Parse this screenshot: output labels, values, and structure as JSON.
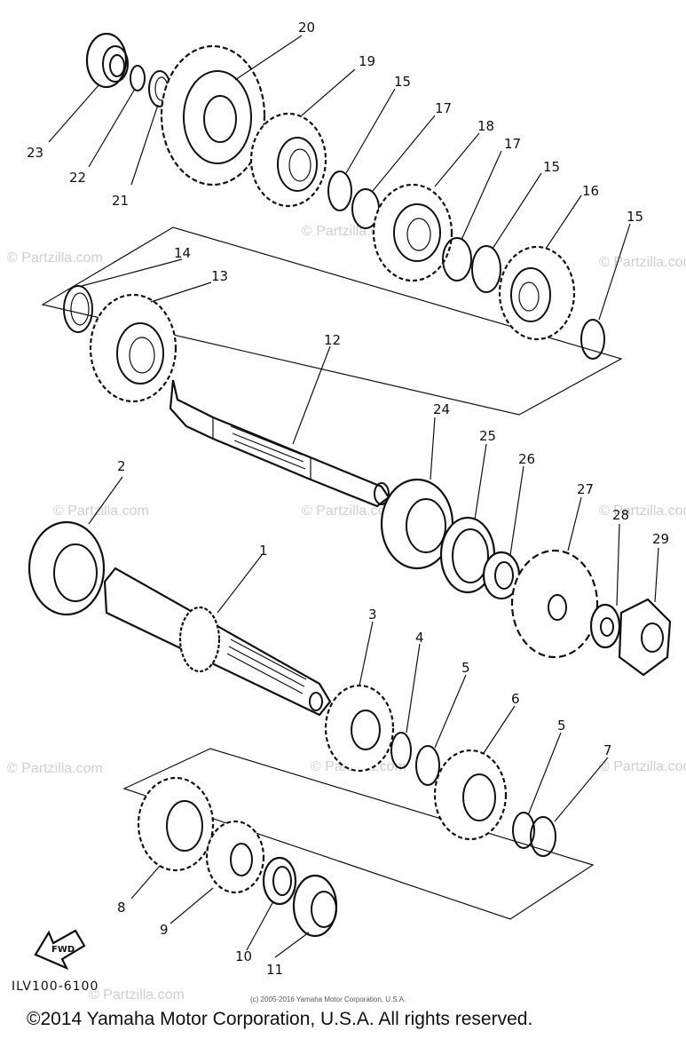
{
  "diagram": {
    "part_labels": [
      "1",
      "2",
      "3",
      "4",
      "5",
      "5",
      "6",
      "7",
      "8",
      "9",
      "10",
      "11",
      "12",
      "13",
      "14",
      "15",
      "15",
      "15",
      "16",
      "17",
      "17",
      "18",
      "19",
      "20",
      "21",
      "22",
      "23",
      "24",
      "25",
      "26",
      "27",
      "28",
      "29"
    ],
    "diagram_code": "ILV100-6100",
    "fwd_label": "FWD",
    "watermark": "© Partzilla.com",
    "source_line": "(c) 2005-2016 Yamaha Motor Corporation, U.S.A.",
    "copyright": "©2014 Yamaha Motor Corporation, U.S.A. All rights reserved."
  },
  "colors": {
    "ink": "#111111",
    "watermark": "#cfcfcf",
    "background": "#ffffff"
  },
  "icons": [
    "fwd-arrow-icon"
  ]
}
